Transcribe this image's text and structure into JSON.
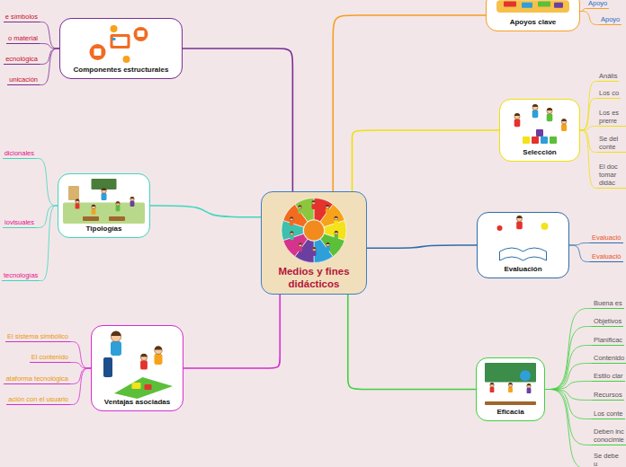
{
  "diagram": {
    "nodes": [
      {
        "text": [
          "Medios y fines didácticos"
        ]
      },
      {
        "text": [
          "Componentes estructurales"
        ]
      },
      {
        "text": [
          "e símbolos"
        ]
      },
      {
        "text": [
          "o material"
        ]
      },
      {
        "text": [
          "ecnológica"
        ]
      },
      {
        "text": [
          "unicación"
        ]
      },
      {
        "text": [
          "Tipologías"
        ]
      },
      {
        "text": [
          "dicionales"
        ]
      },
      {
        "text": [
          "iovisuales"
        ]
      },
      {
        "text": [
          "tecnologías"
        ]
      },
      {
        "text": [
          "Ventajas asociadas"
        ]
      },
      {
        "text": [
          "El sistema simbólico"
        ]
      },
      {
        "text": [
          "El contenido"
        ]
      },
      {
        "text": [
          "ataforma tecnológica"
        ]
      },
      {
        "text": [
          "ación con el usuario"
        ]
      },
      {
        "text": [
          "Apoyos clave"
        ]
      },
      {
        "text": [
          "Apoyo"
        ]
      },
      {
        "text": [
          "Apoyo"
        ]
      },
      {
        "text": [
          "Selección"
        ]
      },
      {
        "text": [
          "Anális"
        ]
      },
      {
        "text": [
          "Los co"
        ]
      },
      {
        "text": [
          "Los es prerre"
        ]
      },
      {
        "text": [
          "Se del conte"
        ]
      },
      {
        "text": [
          "El doc tomar didác"
        ]
      },
      {
        "text": [
          "Evaluación"
        ]
      },
      {
        "text": [
          "Evaluació"
        ]
      },
      {
        "text": [
          "Evaluació"
        ]
      },
      {
        "text": [
          "Eficacia"
        ]
      },
      {
        "text": [
          "Buena es"
        ]
      },
      {
        "text": [
          "Objetivos"
        ]
      },
      {
        "text": [
          "Planificac"
        ]
      },
      {
        "text": [
          "Contenido"
        ]
      },
      {
        "text": [
          "Estilo clar"
        ]
      },
      {
        "text": [
          "Recursos"
        ]
      },
      {
        "text": [
          "Los conte"
        ]
      },
      {
        "text": [
          "Deben inc conocimie"
        ]
      },
      {
        "text": [
          "Se debe u"
        ]
      }
    ],
    "edges": [
      {
        "from": 0,
        "to": 1,
        "arrow": "none"
      },
      {
        "from": 0,
        "to": 6,
        "arrow": "none"
      },
      {
        "from": 0,
        "to": 10,
        "arrow": "none"
      },
      {
        "from": 0,
        "to": 15,
        "arrow": "none"
      },
      {
        "from": 0,
        "to": 18,
        "arrow": "none"
      },
      {
        "from": 0,
        "to": 24,
        "arrow": "none"
      },
      {
        "from": 0,
        "to": 27,
        "arrow": "none"
      },
      {
        "from": 1,
        "to": 2,
        "arrow": "none"
      },
      {
        "from": 1,
        "to": 3,
        "arrow": "none"
      },
      {
        "from": 1,
        "to": 4,
        "arrow": "none"
      },
      {
        "from": 1,
        "to": 5,
        "arrow": "none"
      },
      {
        "from": 6,
        "to": 7,
        "arrow": "none"
      },
      {
        "from": 6,
        "to": 8,
        "arrow": "none"
      },
      {
        "from": 6,
        "to": 9,
        "arrow": "none"
      },
      {
        "from": 10,
        "to": 11,
        "arrow": "none"
      },
      {
        "from": 10,
        "to": 12,
        "arrow": "none"
      },
      {
        "from": 10,
        "to": 13,
        "arrow": "none"
      },
      {
        "from": 10,
        "to": 14,
        "arrow": "none"
      },
      {
        "from": 15,
        "to": 16,
        "arrow": "none"
      },
      {
        "from": 15,
        "to": 17,
        "arrow": "none"
      },
      {
        "from": 18,
        "to": 19,
        "arrow": "none"
      },
      {
        "from": 18,
        "to": 20,
        "arrow": "none"
      },
      {
        "from": 18,
        "to": 21,
        "arrow": "none"
      },
      {
        "from": 18,
        "to": 22,
        "arrow": "none"
      },
      {
        "from": 18,
        "to": 23,
        "arrow": "none"
      },
      {
        "from": 24,
        "to": 25,
        "arrow": "none"
      },
      {
        "from": 24,
        "to": 26,
        "arrow": "none"
      },
      {
        "from": 27,
        "to": 28,
        "arrow": "none"
      },
      {
        "from": 27,
        "to": 29,
        "arrow": "none"
      },
      {
        "from": 27,
        "to": 30,
        "arrow": "none"
      },
      {
        "from": 27,
        "to": 31,
        "arrow": "none"
      },
      {
        "from": 27,
        "to": 32,
        "arrow": "none"
      },
      {
        "from": 27,
        "to": 33,
        "arrow": "none"
      },
      {
        "from": 27,
        "to": 34,
        "arrow": "none"
      },
      {
        "from": 27,
        "to": 35,
        "arrow": "none"
      },
      {
        "from": 27,
        "to": 36,
        "arrow": "none"
      }
    ]
  }
}
